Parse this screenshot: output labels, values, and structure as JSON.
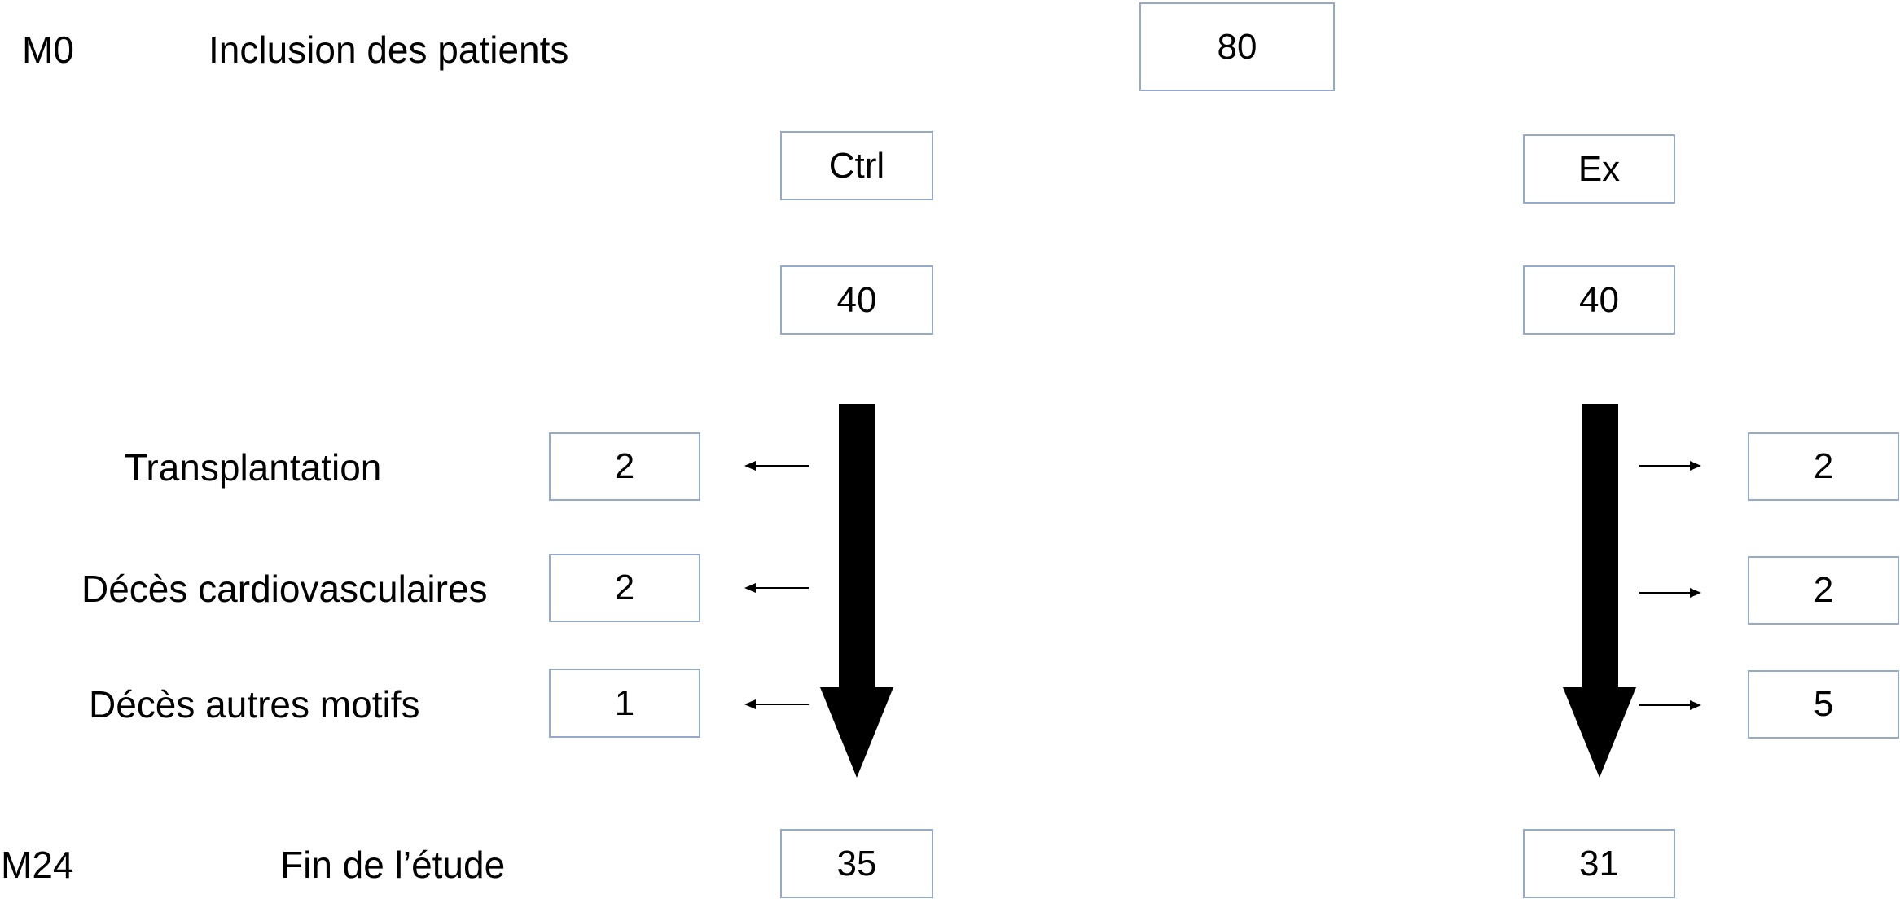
{
  "timeline": {
    "start": {
      "label": "M0",
      "description": "Inclusion des patients"
    },
    "end": {
      "label": "M24",
      "description": "Fin de l’étude"
    }
  },
  "inclusion": {
    "total": 80
  },
  "groups": {
    "ctrl": {
      "name": "Ctrl",
      "initial": 40,
      "final": 35
    },
    "ex": {
      "name": "Ex",
      "initial": 40,
      "final": 31
    }
  },
  "events": [
    {
      "label": "Transplantation",
      "ctrl": 2,
      "ex": 2
    },
    {
      "label": "Décès cardiovasculaires",
      "ctrl": 2,
      "ex": 2
    },
    {
      "label": "Décès autres motifs",
      "ctrl": 1,
      "ex": 5
    }
  ],
  "colors": {
    "background": "#ffffff",
    "text": "#000000",
    "box_border": "#95aac8",
    "arrow": "#000000"
  }
}
